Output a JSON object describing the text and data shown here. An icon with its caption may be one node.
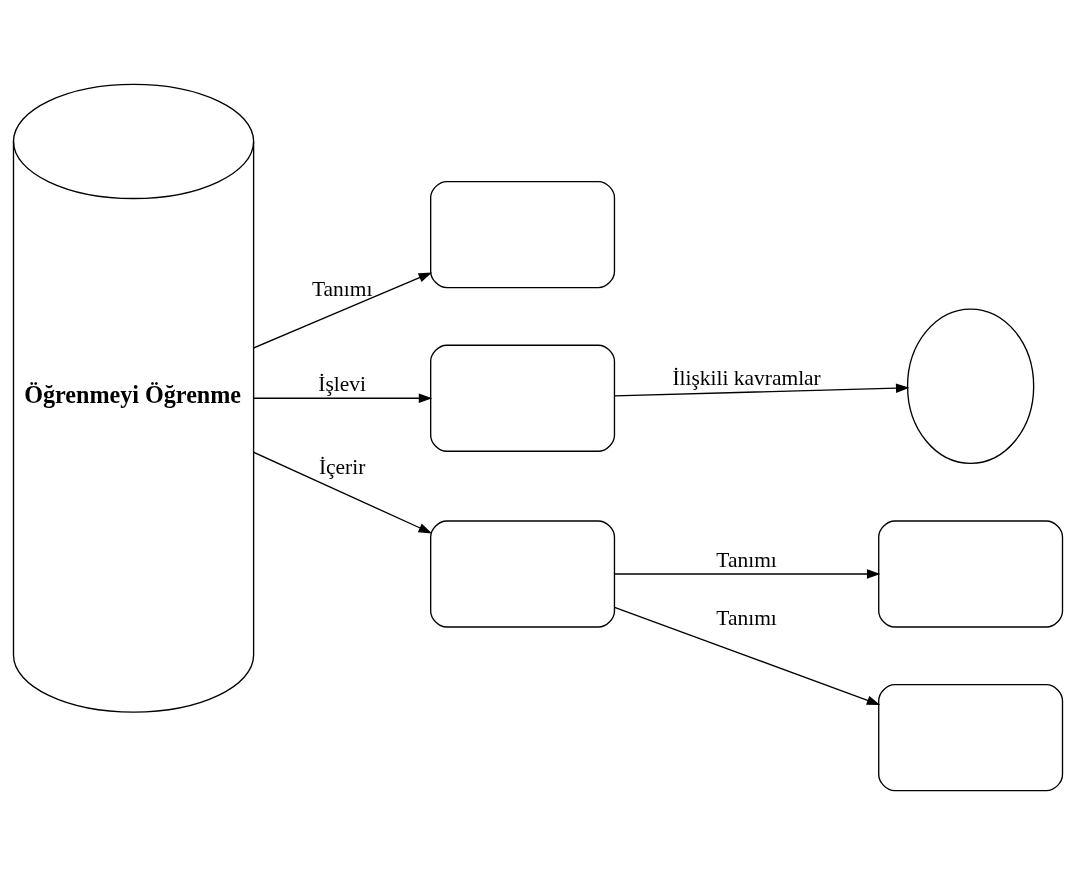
{
  "diagram": {
    "nodes": [
      {
        "text": [
          "Öğrenmeyi Öğrenme"
        ]
      },
      {
        "text": [],
        "shape": "box"
      },
      {
        "text": [],
        "shape": "box"
      },
      {
        "text": [],
        "shape": "circle"
      },
      {
        "text": [],
        "shape": "box"
      },
      {
        "text": [],
        "shape": "box"
      },
      {
        "text": [],
        "shape": "box"
      }
    ],
    "edges": [
      {
        "from": 0,
        "to": 1,
        "arrow": "to",
        "label": "Tanımı"
      },
      {
        "from": 0,
        "to": 2,
        "arrow": "to",
        "label": "İşlevi"
      },
      {
        "from": 2,
        "to": 3,
        "arrow": "to",
        "label": "İlişkili kavramlar"
      },
      {
        "from": 0,
        "to": 4,
        "arrow": "to",
        "label": "İçerir"
      },
      {
        "from": 4,
        "to": 5,
        "arrow": "to",
        "label": "Tanımı"
      },
      {
        "from": 4,
        "to": 6,
        "arrow": "to",
        "label": "Tanımı"
      }
    ]
  }
}
